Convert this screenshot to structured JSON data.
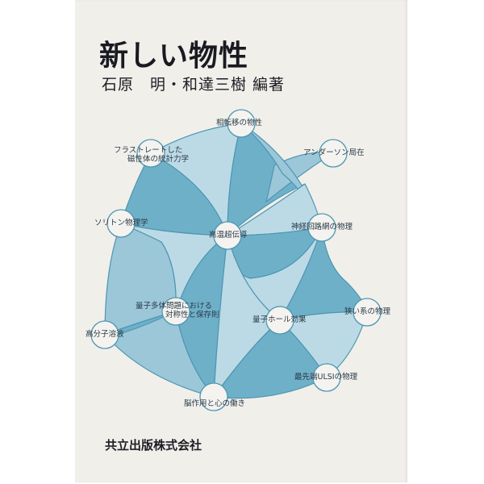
{
  "cover": {
    "title": "新しい物性",
    "authors": "石原　明・和達三樹 編著",
    "publisher": "共立出版株式会社"
  },
  "colors": {
    "background": "#f1efea",
    "region_dark": "#6fb0c9",
    "region_mid": "#9bc7d8",
    "region_light": "#bcdae5",
    "stroke": "#4d96b3",
    "node_fill": "#f4f3ef",
    "text": "#1a1a22"
  },
  "diagram": {
    "nodes": [
      {
        "id": "phase-transition",
        "label": "相転移の物性"
      },
      {
        "id": "frustrated-magnet",
        "label_line1": "フラストレートした",
        "label_line2": "磁性体の統計力学"
      },
      {
        "id": "anderson",
        "label": "アンダーソン局在"
      },
      {
        "id": "soliton",
        "label": "ソリトン物理学"
      },
      {
        "id": "htsc",
        "label": "高温超伝導"
      },
      {
        "id": "neural-net",
        "label": "神経回路網の物理"
      },
      {
        "id": "many-body",
        "label_line1": "量子多体問題における",
        "label_line2": "対称性と保存則"
      },
      {
        "id": "polymer",
        "label": "高分子溶液"
      },
      {
        "id": "qhe",
        "label": "量子ホール効果"
      },
      {
        "id": "narrow",
        "label": "狭い系の物理"
      },
      {
        "id": "ulsi",
        "label": "最先端ULSIの物理"
      },
      {
        "id": "brain",
        "label": "脳作用と心の働き"
      }
    ]
  }
}
